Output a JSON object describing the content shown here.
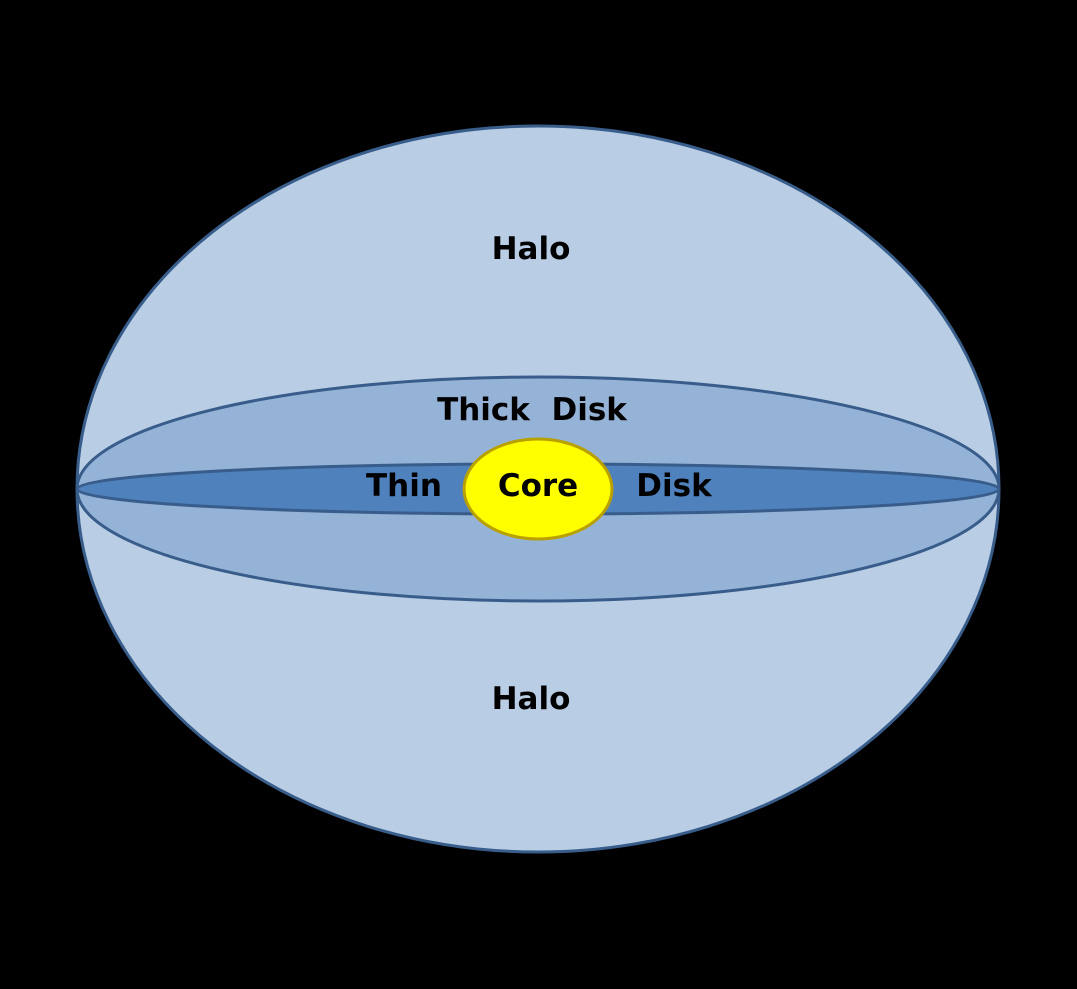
{
  "labels": {
    "halo_top": "Halo",
    "halo_bottom": "Halo",
    "thick_disk": "Thick  Disk",
    "thin": "Thin",
    "disk": "Disk",
    "core": "Core"
  },
  "colors": {
    "background": "#000000",
    "halo_fill": "#B9CDE5",
    "thick_disk_fill": "#95B3D7",
    "thin_disk_fill": "#4F81BD",
    "outline": "#385D8A",
    "core_fill": "#FFFF00",
    "core_outline": "#B8A000",
    "text": "#000000"
  }
}
